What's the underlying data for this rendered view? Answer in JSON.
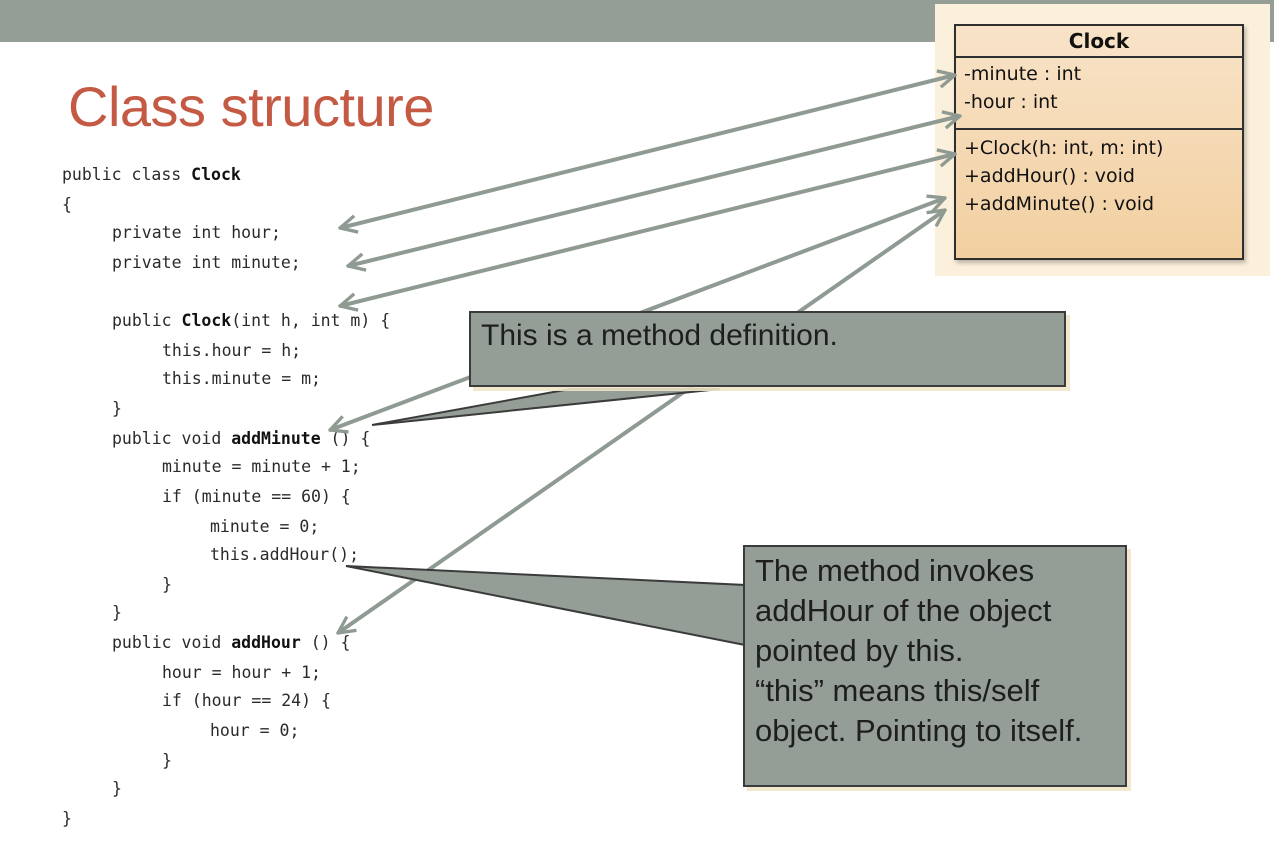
{
  "slide": {
    "title": "Class structure"
  },
  "code": {
    "line1_kw": "public class ",
    "line1_name": "Clock",
    "line2": "{",
    "line3": "private int hour;",
    "line4": "private int minute;",
    "line5_kw": "public ",
    "line5_name": "Clock",
    "line5_rest": "(int h, int m) {",
    "line6": "this.hour = h;",
    "line7": "this.minute = m;",
    "line8": "}",
    "line9_kw": "public void ",
    "line9_name": "addMinute",
    "line9_rest": " () {",
    "line10": "minute = minute + 1;",
    "line11": "if (minute == 60) {",
    "line12": "minute = 0;",
    "line13": "this.addHour();",
    "line14": "}",
    "line15": "}",
    "line16_kw": "public void ",
    "line16_name": "addHour",
    "line16_rest": " () {",
    "line17": "hour = hour + 1;",
    "line18": "if (hour == 24) {",
    "line19": "hour = 0;",
    "line20": "}",
    "line21": "}",
    "line22": "}"
  },
  "uml": {
    "class_name": "Clock",
    "attributes": [
      "-minute : int",
      "-hour : int"
    ],
    "operations": [
      "+Clock(h: int, m: int)",
      "+addHour() : void",
      "+addMinute() : void"
    ]
  },
  "callouts": {
    "method_definition": "This is a method definition.",
    "invokes_lines": [
      "The method invokes",
      "addHour of the object",
      "pointed by this.",
      "“this” means this/self",
      "object. Pointing to itself."
    ]
  },
  "colors": {
    "title": "#c55a44",
    "top_bar": "#949e96",
    "callout_fill": "#949e96",
    "arrow": "#8f9a92",
    "uml_fill": "#f2cfa0"
  }
}
